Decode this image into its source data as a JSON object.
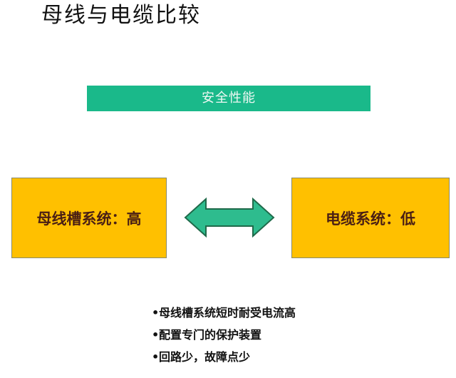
{
  "title": "母线与电缆比较",
  "banner": "安全性能",
  "left_box": "母线槽系统：高",
  "right_box": "电缆系统：低",
  "bullet_marker": "•",
  "bullets": [
    "母线槽系统短时耐受电流高",
    "配置专门的保护装置",
    "回路少，故障点少"
  ],
  "colors": {
    "banner": "#1ab98a",
    "box": "#ffc000",
    "arrow_fill": "#2ebc8e",
    "arrow_stroke": "#1f6a4a",
    "box_text": "#4a1f14"
  }
}
